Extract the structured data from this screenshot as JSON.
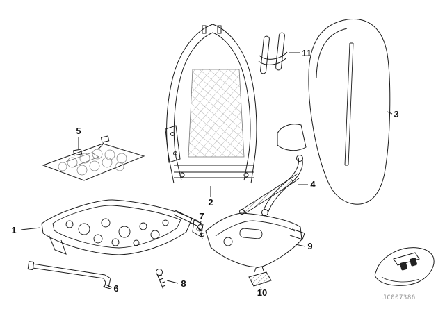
{
  "diagram": {
    "callouts": [
      {
        "text": "1"
      },
      {
        "text": "2"
      },
      {
        "text": "3"
      },
      {
        "text": "4"
      },
      {
        "text": "5"
      },
      {
        "text": "6"
      },
      {
        "text": "7"
      },
      {
        "text": "8"
      },
      {
        "text": "9"
      },
      {
        "text": "10"
      },
      {
        "text": "11"
      }
    ],
    "watermark": "JC007386",
    "colors": {
      "line": "#1a1a1a",
      "hatch": "#8a8a8a",
      "watermark": "#8f8f8f",
      "background": "#ffffff"
    },
    "icons": {
      "car_inset": "car-roadster-top-view"
    }
  }
}
